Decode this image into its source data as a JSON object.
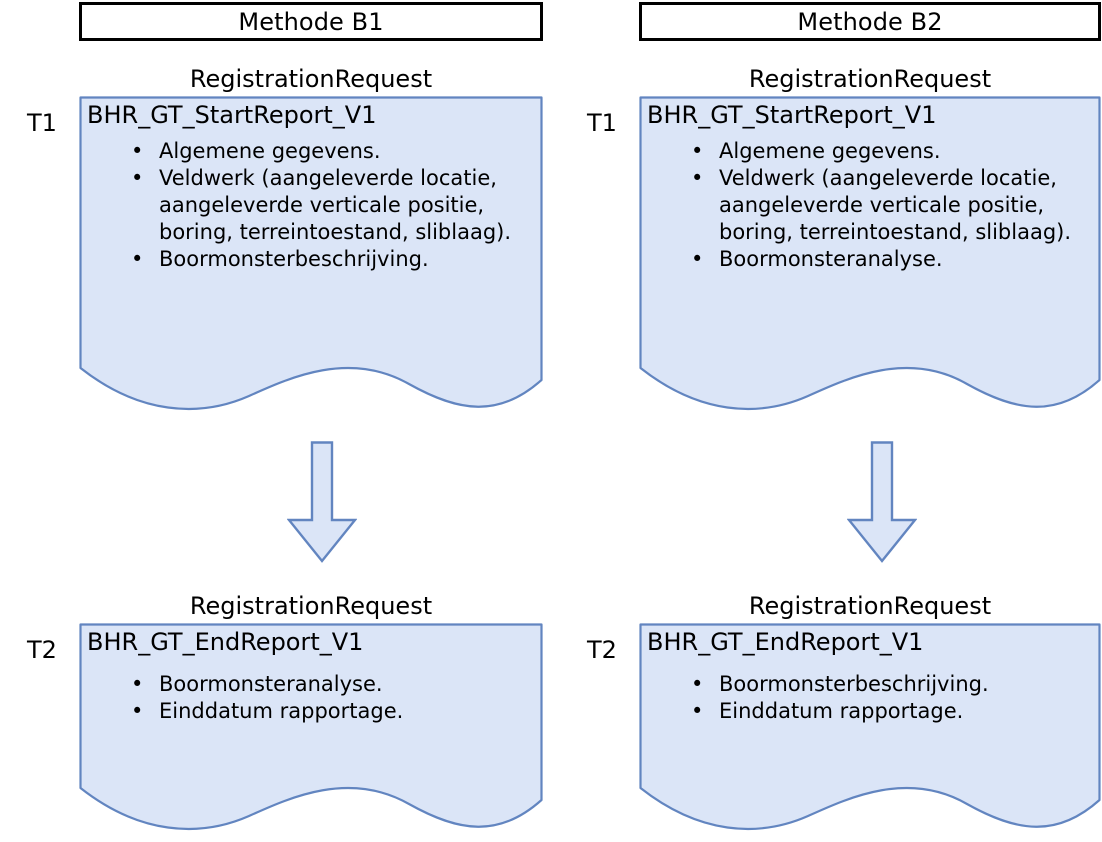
{
  "theme": {
    "doc_fill": "#dbe5f7",
    "doc_stroke": "#6285c0",
    "header_stroke": "#000000",
    "header_fill": "#ffffff",
    "arrow_fill": "#dbe5f7",
    "arrow_stroke": "#6285c0",
    "text_color": "#000000"
  },
  "columns": [
    {
      "header": "Methode B1",
      "steps": [
        {
          "time_label": "T1",
          "caption": "RegistrationRequest",
          "title": "BHR_GT_StartReport_V1",
          "items": [
            "Algemene gegevens.",
            "Veldwerk (aangeleverde locatie, aangeleverde verticale positie, boring, terreintoestand, sliblaag).",
            "Boormonsterbeschrijving."
          ]
        },
        {
          "time_label": "T2",
          "caption": "RegistrationRequest",
          "title": "BHR_GT_EndReport_V1",
          "items": [
            "Boormonsteranalyse.",
            "Einddatum rapportage."
          ]
        }
      ]
    },
    {
      "header": "Methode B2",
      "steps": [
        {
          "time_label": "T1",
          "caption": "RegistrationRequest",
          "title": "BHR_GT_StartReport_V1",
          "items": [
            "Algemene gegevens.",
            "Veldwerk (aangeleverde locatie, aangeleverde verticale positie, boring, terreintoestand, sliblaag).",
            "Boormonsteranalyse."
          ]
        },
        {
          "time_label": "T2",
          "caption": "RegistrationRequest",
          "title": "BHR_GT_EndReport_V1",
          "items": [
            "Boormonsterbeschrijving.",
            "Einddatum rapportage."
          ]
        }
      ]
    }
  ],
  "arrows": [
    {
      "name": "flow-arrow-b1",
      "direction": "down"
    },
    {
      "name": "flow-arrow-b2",
      "direction": "down"
    }
  ]
}
